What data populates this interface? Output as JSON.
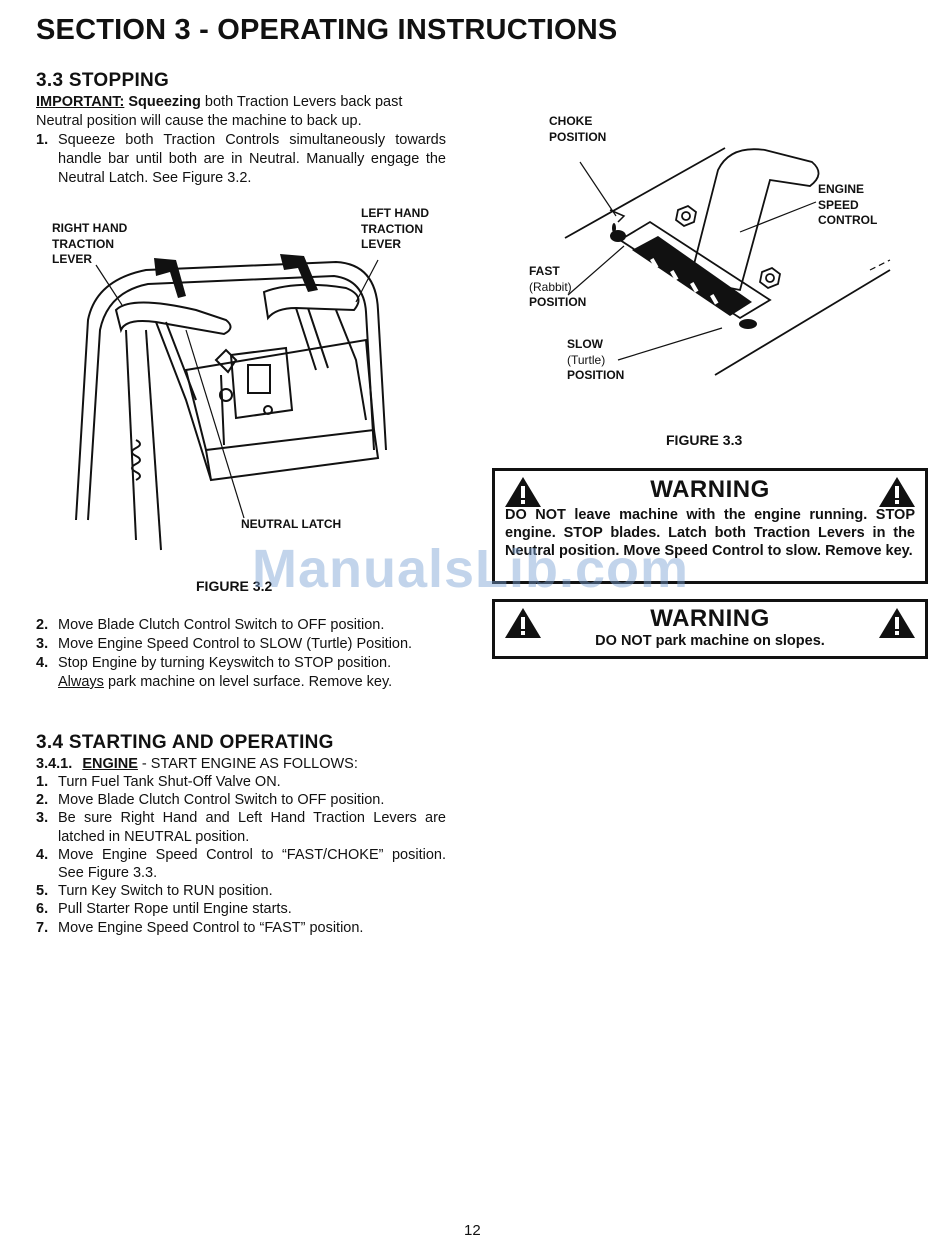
{
  "section_title": "SECTION 3 - OPERATING INSTRUCTIONS",
  "stopping": {
    "heading": "3.3 STOPPING",
    "important_label": "IMPORTANT:",
    "important_bold": "Squeezing",
    "important_rest_line1": "both Traction Levers back past",
    "important_line2": "Neutral position will cause the machine to back up.",
    "steps": [
      {
        "num": "1.",
        "text": "Squeeze both Traction Controls simultaneously towards handle bar until both are in Neutral. Manually engage the Neutral Latch. See Figure 3.2."
      },
      {
        "num": "2.",
        "text": "Move Blade Clutch Control Switch to OFF position."
      },
      {
        "num": "3.",
        "text": "Move Engine Speed Control to SLOW (Turtle) Position."
      },
      {
        "num": "4.",
        "text_underlined": "Always",
        "text_a": "Stop Engine by turning Keyswitch to STOP position.",
        "text_b": "park machine on level surface. Remove key."
      }
    ]
  },
  "figure_3_2": {
    "caption": "FIGURE 3.2",
    "label_right_hand": [
      "RIGHT HAND",
      "TRACTION",
      "LEVER"
    ],
    "label_left_hand": [
      "LEFT HAND",
      "TRACTION",
      "LEVER"
    ],
    "label_neutral_latch": "NEUTRAL LATCH"
  },
  "figure_3_3": {
    "caption": "FIGURE 3.3",
    "label_choke": [
      "CHOKE",
      "POSITION"
    ],
    "label_engine_speed": [
      "ENGINE",
      "SPEED",
      "CONTROL"
    ],
    "label_fast": [
      "FAST",
      "(Rabbit)",
      "POSITION"
    ],
    "label_slow": [
      "SLOW",
      "(Turtle)",
      "POSITION"
    ]
  },
  "warning1": {
    "title": "WARNING",
    "text": "DO NOT leave machine with the engine running. STOP engine. STOP blades. Latch both Traction Levers in the Neutral position. Move Speed Control to slow. Remove key."
  },
  "warning2": {
    "title": "WARNING",
    "text": "DO NOT park machine on slopes."
  },
  "starting": {
    "heading": "3.4 STARTING AND OPERATING",
    "sub_num": "3.4.1.",
    "sub_label": "ENGINE",
    "sub_rest": " - START ENGINE AS FOLLOWS:",
    "steps": [
      {
        "num": "1.",
        "text": "Turn Fuel Tank Shut-Off Valve ON."
      },
      {
        "num": "2.",
        "text": "Move Blade Clutch Control Switch to OFF position."
      },
      {
        "num": "3.",
        "text": "Be sure Right Hand and Left Hand Traction Levers are latched in NEUTRAL position."
      },
      {
        "num": "4.",
        "text": "Move Engine Speed Control to “FAST/CHOKE” position. See Figure 3.3."
      },
      {
        "num": "5.",
        "text": "Turn Key Switch to RUN position."
      },
      {
        "num": "6.",
        "text": "Pull Starter Rope until Engine starts."
      },
      {
        "num": "7.",
        "text": "Move Engine Speed Control to “FAST” position."
      }
    ]
  },
  "watermark": "ManualsLib.com",
  "page_number": "12",
  "colors": {
    "text": "#111111",
    "watermark": "#7aa0d2"
  }
}
